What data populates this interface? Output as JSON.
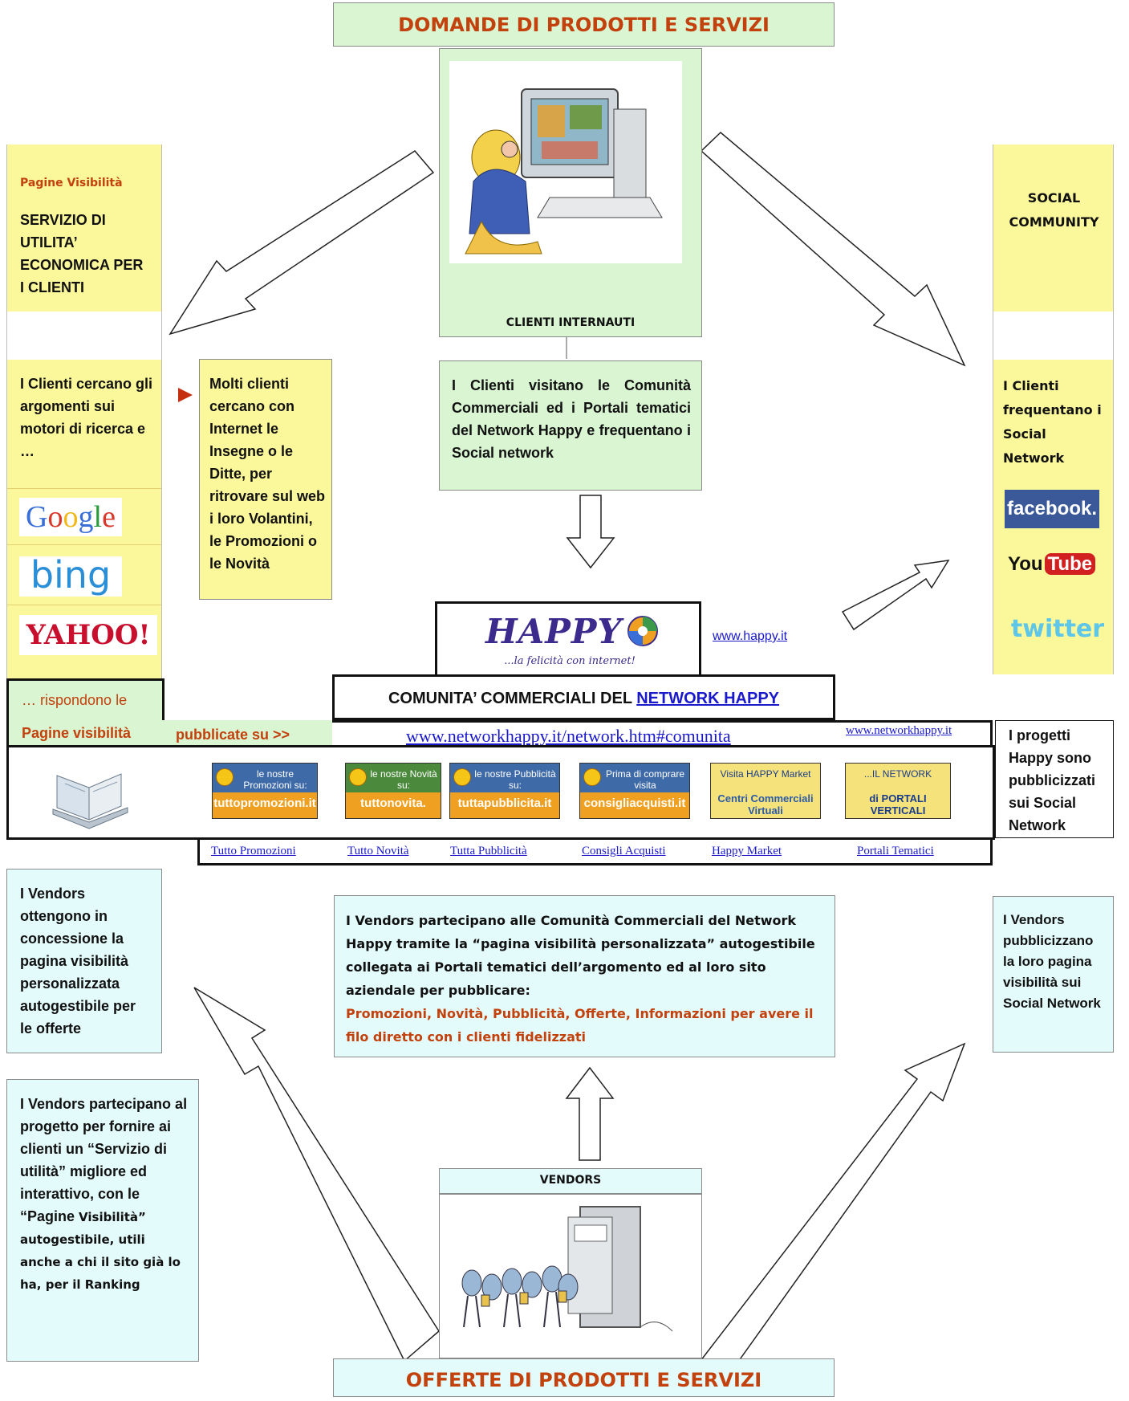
{
  "title_top": "DOMANDE DI PRODOTTI E SERVIZI",
  "title_bottom": "OFFERTE DI PRODOTTI E SERVIZI",
  "left_panel": {
    "header": "Pagine Visibilità",
    "service": "SERVIZIO DI UTILITA’ ECONOMICA PER I CLIENTI",
    "search_text": "I Clienti cercano gli argomenti sui motori di ricerca e …",
    "engines": [
      "Google",
      "bing",
      "YAHOO!"
    ]
  },
  "middle_note": "Molti clienti cercano con Internet le Insegne o le Ditte, per ritrovare sul web i loro Volantini, le Promozioni o le Novità",
  "center": {
    "caption": "CLIENTI INTERNAUTI",
    "visit_text": "I Clienti visitano le Comunità Commerciali ed i Portali tematici del Network Happy e frequentano i Social network"
  },
  "social": {
    "header": "SOCIAL COMMUNITY",
    "text": "I Clienti frequentano i Social Network",
    "logos": [
      "facebook.",
      "You",
      "Tube",
      "twitter"
    ]
  },
  "happy": {
    "logo": "HAPPY",
    "tagline": "...la felicità con internet!",
    "link": "www.happy.it"
  },
  "community": {
    "title_prefix": "COMUNITA’ COMMERCIALI DEL ",
    "title_link": "NETWORK HAPPY",
    "respond": "… rispondono le",
    "pagine": "Pagine visibilità",
    "pubblicate": "pubblicate su  >>",
    "main_link": "www.networkhappy.it/network.htm#comunita",
    "small_link": "www.networkhappy.it",
    "progetti": "I progetti Happy sono pubblicizzati sui Social Network"
  },
  "banners": [
    {
      "top": "le nostre Promozioni su:",
      "bottom": "tuttopromozioni.it",
      "label": "Tutto Promozioni",
      "color": "#3e6aa8",
      "color2": "#f0a020"
    },
    {
      "top": "le nostre Novità su:",
      "bottom": "tuttonovita.",
      "label": "Tutto Novità",
      "color": "#4b8a3c",
      "color2": "#f0a020"
    },
    {
      "top": "le nostre Pubblicità su:",
      "bottom": "tuttapubblicita.it",
      "label": "Tutta Pubblicità",
      "color": "#3e6aa8",
      "color2": "#f0a020"
    },
    {
      "top": "Prima di comprare visita",
      "bottom": "consigliacquisti.it",
      "label": "Consigli Acquisti",
      "color": "#3e6aa8",
      "color2": "#f0a020"
    },
    {
      "top": "Visita HAPPY Market",
      "bottom": "Centri Commerciali Virtuali",
      "label": "Happy Market",
      "color": "#f6e27a",
      "color2": "#2a5aa8"
    },
    {
      "top": "...IL NETWORK",
      "bottom": "di PORTALI VERTICALI TEMATICI",
      "label": "Portali Tematici",
      "color": "#f6e27a",
      "color2": "#1a3c8c"
    }
  ],
  "vendors_left1": "I Vendors ottengono in concessione la pagina visibilità personalizzata autogestibile per le offerte",
  "vendors_center": {
    "text": "I Vendors partecipano alle Comunità Commerciali del Network Happy tramite la “pagina visibilità personalizzata” autogestibile collegata ai Portali tematici dell’argomento ed al loro sito aziendale per pubblicare:",
    "highlight": "Promozioni, Novità, Pubblicità, Offerte, Informazioni per avere il filo diretto con i clienti fidelizzati"
  },
  "vendors_right": "I Vendors pubblicizzano la loro pagina visibilità sui Social Network",
  "vendors_left2": {
    "main": "I Vendors partecipano al progetto per fornire ai clienti un “Servizio di utilità” migliore ed interattivo, con le “Pagine",
    "tail1": "Visibilità”",
    "tail2": "autogestibile, utili anche a chi il sito già lo ha, per il Ranking"
  },
  "vendors_caption": "VENDORS"
}
